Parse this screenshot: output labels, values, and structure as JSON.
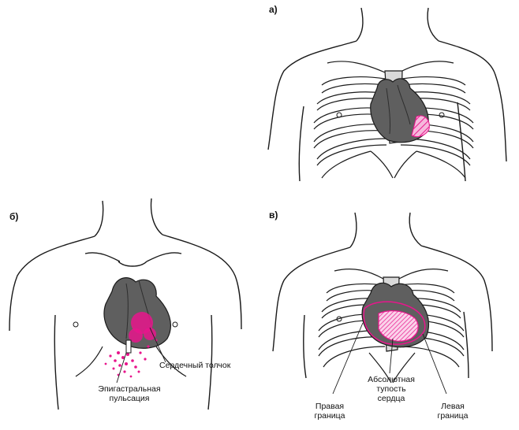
{
  "panels": {
    "a": {
      "label": "а)"
    },
    "b": {
      "label": "б)",
      "callouts": {
        "apex_beat": "Сердечный толчок",
        "epigastric_line1": "Эпигастральная",
        "epigastric_line2": "пульсация"
      }
    },
    "c": {
      "label": "в)",
      "callouts": {
        "right_border_line1": "Правая",
        "right_border_line2": "граница",
        "absolute_dullness_line1": "Абсолютная",
        "absolute_dullness_line2": "тупость",
        "absolute_dullness_line3": "сердца",
        "left_border_line1": "Левая",
        "left_border_line2": "граница"
      }
    }
  },
  "colors": {
    "ink": "#1a1a1a",
    "heart_fill": "#6b6b6b",
    "heart_dark": "#3d3d3d",
    "accent": "#e8158c",
    "accent_light": "#f6b8dc"
  }
}
